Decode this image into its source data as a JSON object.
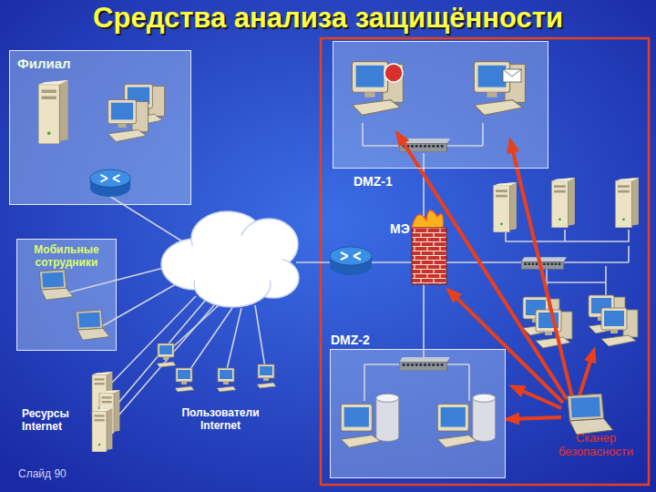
{
  "diagram": {
    "title": "Средства анализа защищённости",
    "nodes": [
      {
        "text": [
          "Филиал"
        ]
      },
      {
        "text": [
          "DMZ-1"
        ]
      },
      {
        "text": [
          "Мобильные сотрудники"
        ]
      },
      {
        "text": [
          "DMZ-2"
        ]
      }
    ],
    "labels": [
      "МЭ",
      "Ресурсы Internet",
      "Пользователи Internet",
      "Сканер безопасности",
      "Слайд 90"
    ]
  }
}
